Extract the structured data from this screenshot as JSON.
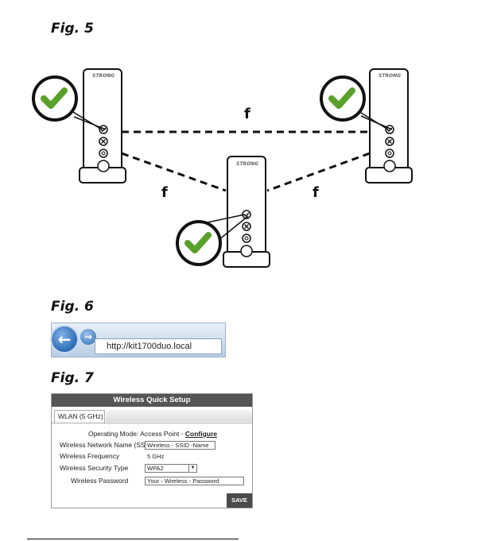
{
  "figures": {
    "fig5": {
      "title": "Fig. 5",
      "link_label": "f",
      "device_logo": "STRONG"
    },
    "fig6": {
      "title": "Fig. 6",
      "url": "http://kit1700duo.local"
    },
    "fig7": {
      "title": "Fig. 7",
      "header": "Wireless Quick Setup",
      "tab": "WLAN (5 GHz)",
      "operating_mode_prefix": "Operating Mode: Access Point - ",
      "operating_mode_link": "Configure",
      "fields": {
        "ssid_label": "Wireless Network Name (SSID)",
        "ssid_value": "Wireless - SSID -Name",
        "frequency_label": "Wireless Frequency",
        "frequency_value": "5 GHz",
        "security_label": "Wireless Security Type",
        "security_value": "WPA2",
        "password_label": "Wireless Password",
        "password_value": "Your - Wireless - Password"
      },
      "save_label": "SAVE"
    }
  },
  "colors": {
    "check_green": "#5aa12c",
    "browser_blue": "#2f6cb5",
    "header_gray": "#555555"
  }
}
